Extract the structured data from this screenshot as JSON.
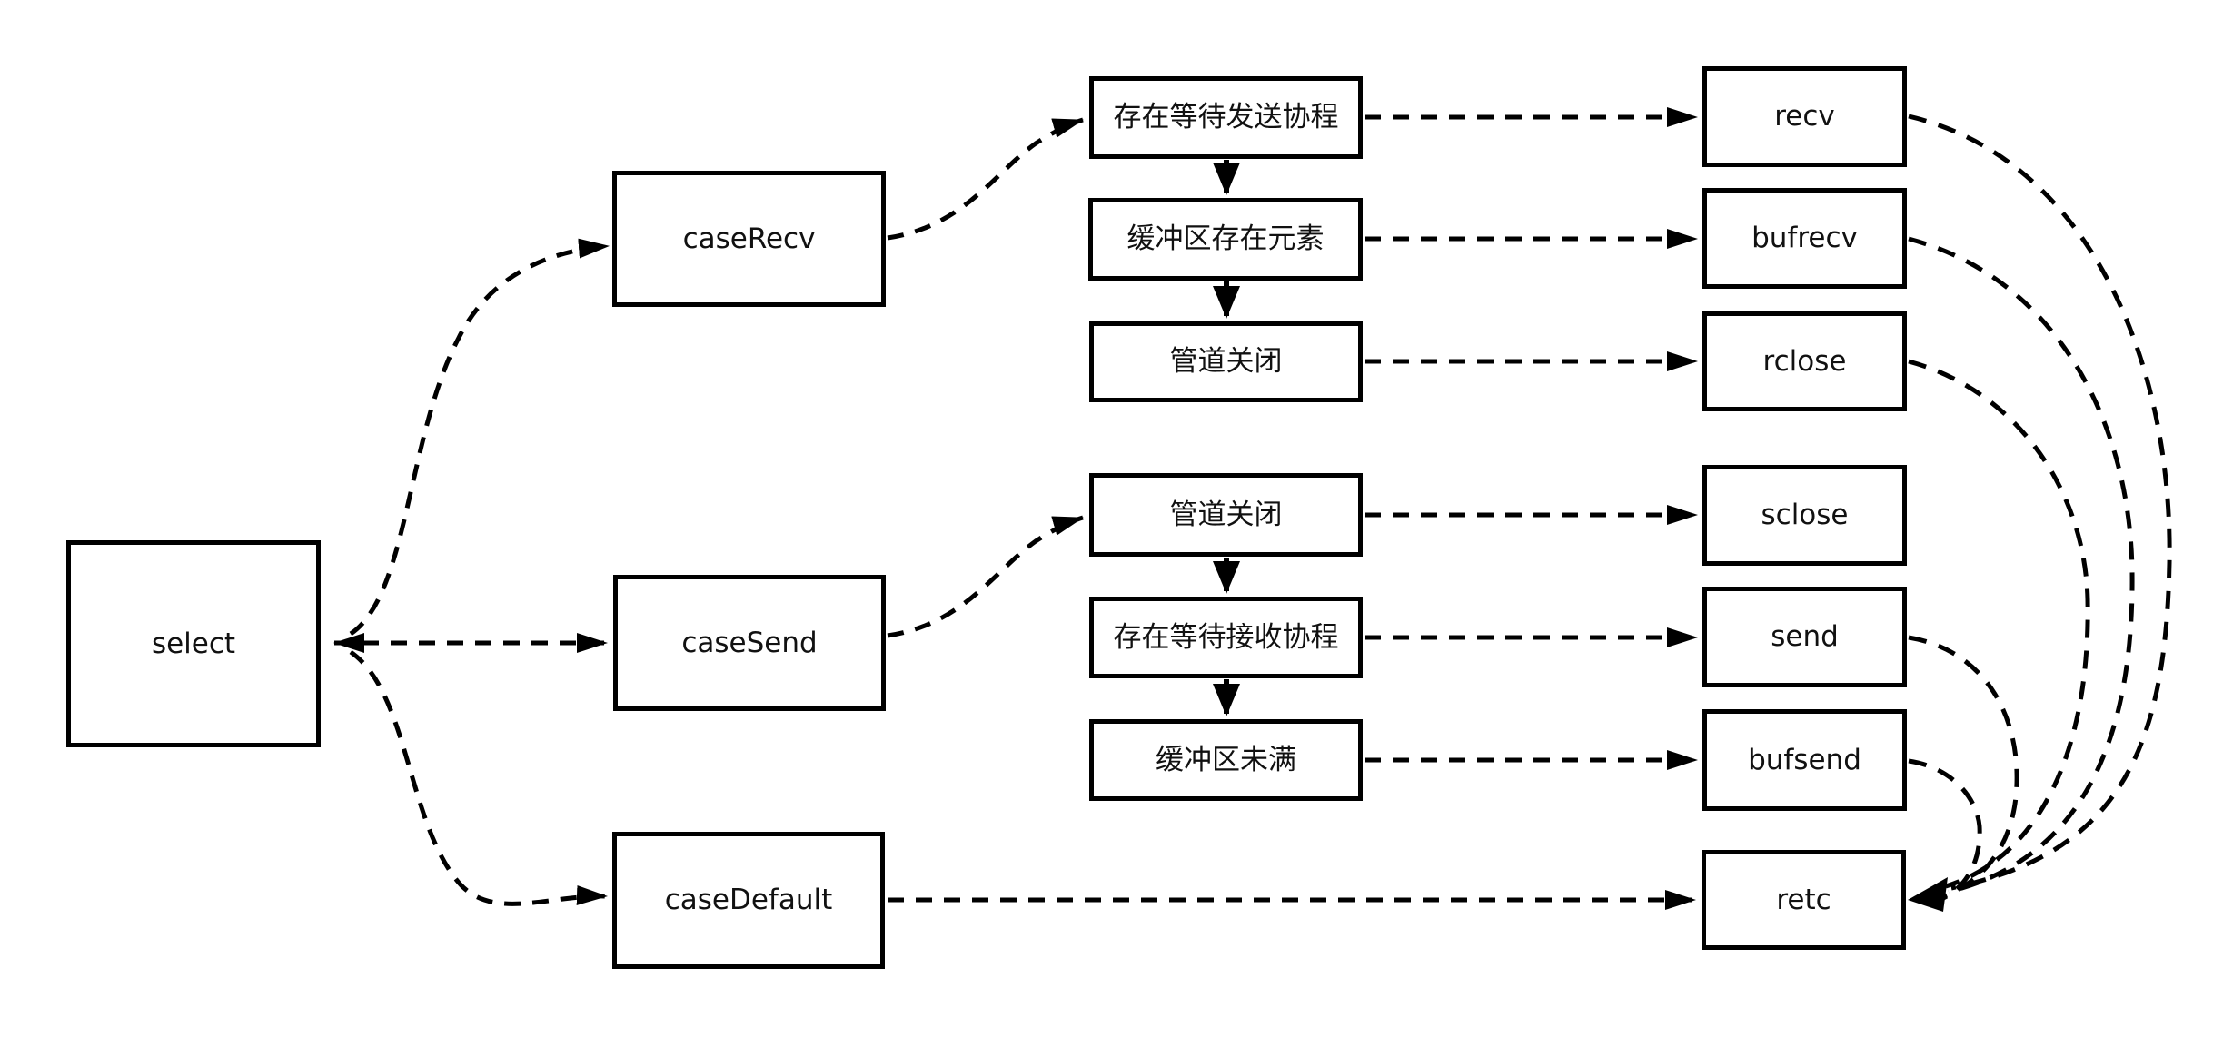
{
  "diagram": {
    "type": "flowchart",
    "background_color": "#ffffff",
    "stroke_color": "#000000",
    "text_color": "#111111",
    "nodes": [
      {
        "id": "select",
        "label": "select"
      },
      {
        "id": "caseRecv",
        "label": "caseRecv"
      },
      {
        "id": "caseSend",
        "label": "caseSend"
      },
      {
        "id": "caseDefault",
        "label": "caseDefault"
      },
      {
        "id": "waitSendProc",
        "label": "存在等待发送协程"
      },
      {
        "id": "bufHasElem",
        "label": "缓冲区存在元素"
      },
      {
        "id": "pipeClosedRecv",
        "label": "管道关闭"
      },
      {
        "id": "pipeClosedSend",
        "label": "管道关闭"
      },
      {
        "id": "waitRecvProc",
        "label": "存在等待接收协程"
      },
      {
        "id": "bufNotFull",
        "label": "缓冲区未满"
      },
      {
        "id": "recv",
        "label": "recv"
      },
      {
        "id": "bufrecv",
        "label": "bufrecv"
      },
      {
        "id": "rclose",
        "label": "rclose"
      },
      {
        "id": "sclose",
        "label": "sclose"
      },
      {
        "id": "send",
        "label": "send"
      },
      {
        "id": "bufsend",
        "label": "bufsend"
      },
      {
        "id": "retc",
        "label": "retc"
      }
    ],
    "edges": [
      {
        "from": "select",
        "to": "caseRecv",
        "style": "dashed",
        "arrowheads": "end"
      },
      {
        "from": "select",
        "to": "caseSend",
        "style": "dashed",
        "arrowheads": "both"
      },
      {
        "from": "select",
        "to": "caseDefault",
        "style": "dashed",
        "arrowheads": "end"
      },
      {
        "from": "caseRecv",
        "to": "waitSendProc",
        "style": "dashed",
        "arrowheads": "end"
      },
      {
        "from": "caseSend",
        "to": "pipeClosedSend",
        "style": "dashed",
        "arrowheads": "end"
      },
      {
        "from": "caseDefault",
        "to": "retc",
        "style": "dashed",
        "arrowheads": "end"
      },
      {
        "from": "waitSendProc",
        "to": "bufHasElem",
        "style": "solid",
        "arrowheads": "end"
      },
      {
        "from": "bufHasElem",
        "to": "pipeClosedRecv",
        "style": "solid",
        "arrowheads": "end"
      },
      {
        "from": "pipeClosedSend",
        "to": "waitRecvProc",
        "style": "solid",
        "arrowheads": "end"
      },
      {
        "from": "waitRecvProc",
        "to": "bufNotFull",
        "style": "solid",
        "arrowheads": "end"
      },
      {
        "from": "waitSendProc",
        "to": "recv",
        "style": "dashed",
        "arrowheads": "end"
      },
      {
        "from": "bufHasElem",
        "to": "bufrecv",
        "style": "dashed",
        "arrowheads": "end"
      },
      {
        "from": "pipeClosedRecv",
        "to": "rclose",
        "style": "dashed",
        "arrowheads": "end"
      },
      {
        "from": "pipeClosedSend",
        "to": "sclose",
        "style": "dashed",
        "arrowheads": "end"
      },
      {
        "from": "waitRecvProc",
        "to": "send",
        "style": "dashed",
        "arrowheads": "end"
      },
      {
        "from": "bufNotFull",
        "to": "bufsend",
        "style": "dashed",
        "arrowheads": "end"
      },
      {
        "from": "recv",
        "to": "retc",
        "style": "dashed",
        "arrowheads": "end"
      },
      {
        "from": "bufrecv",
        "to": "retc",
        "style": "dashed",
        "arrowheads": "end"
      },
      {
        "from": "rclose",
        "to": "retc",
        "style": "dashed",
        "arrowheads": "end"
      },
      {
        "from": "send",
        "to": "retc",
        "style": "dashed",
        "arrowheads": "end"
      },
      {
        "from": "bufsend",
        "to": "retc",
        "style": "dashed",
        "arrowheads": "end"
      }
    ]
  }
}
